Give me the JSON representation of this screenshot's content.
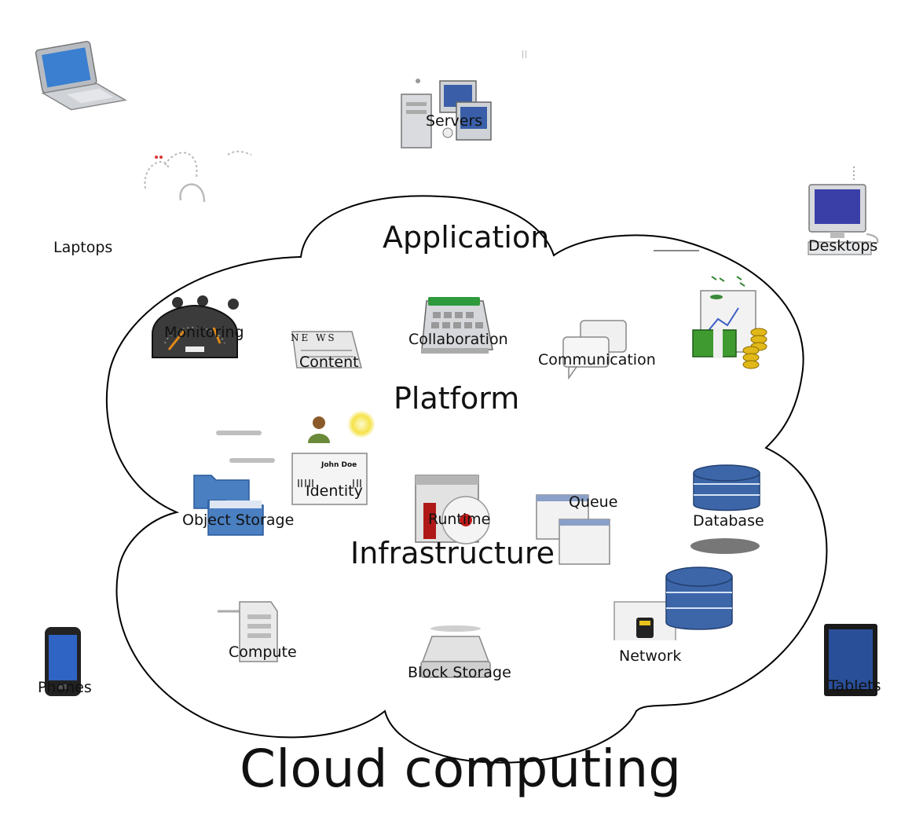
{
  "title": "Cloud computing",
  "layers": {
    "application": "Application",
    "platform": "Platform",
    "infrastructure": "Infrastructure"
  },
  "devices": {
    "laptops": "Laptops",
    "servers": "Servers",
    "desktops": "Desktops",
    "phones": "Phones",
    "tablets": "Tablets"
  },
  "services": {
    "monitoring": "Monitoring",
    "content": "Content",
    "collaboration": "Collaboration",
    "communication": "Communication",
    "identity": "Identity",
    "object_storage": "Object Storage",
    "runtime": "Runtime",
    "queue": "Queue",
    "database": "Database",
    "compute": "Compute",
    "block_storage": "Block Storage",
    "network": "Network"
  },
  "icon_text": {
    "newspaper_masthead": "NE WS",
    "id_card_name": "John Doe"
  },
  "colors": {
    "cloud_stroke": "#000000",
    "cloud_fill": "#ffffff",
    "screen_blue": "#3a63b8",
    "folder_blue": "#4a7fc1",
    "database_blue": "#3c66a8",
    "money_green": "#3f9a2f",
    "coin_gold": "#e0b818",
    "runtime_red": "#b01818",
    "calendar_green": "#2e9a3c"
  }
}
